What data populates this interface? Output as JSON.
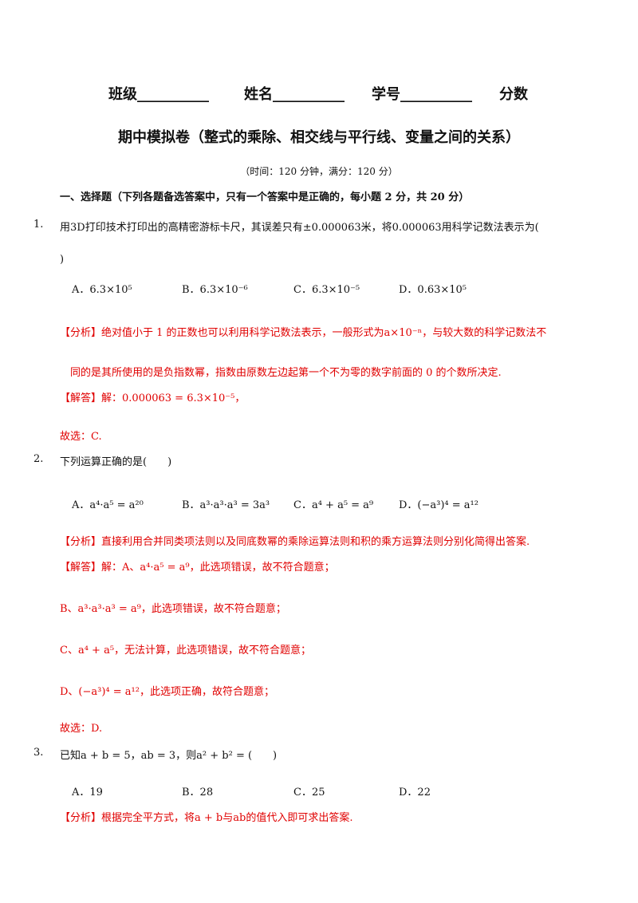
{
  "header": {
    "class_label": "班级__________",
    "name_label": "姓名__________",
    "id_label": "学号__________",
    "score_label": "分数"
  },
  "title": "期中模拟卷（整式的乘除、相交线与平行线、变量之间的关系）",
  "subtitle": "（时间：120 分钟，满分：120 分）",
  "section1": "一、选择题（下列各题备选答案中，只有一个答案中是正确的，每小题 2 分，共 20 分）",
  "q1": {
    "num": "1.",
    "text": "用3D打印技术打印出的高精密游标卡尺，其误差只有±0.000063米，将0.000063用科学记数法表示为(",
    "text_cont": ")",
    "options": [
      "A．6.3×10⁵",
      "B．6.3×10⁻⁶",
      "C．6.3×10⁻⁵",
      "D．0.63×10⁵"
    ],
    "analysis_tag": "【分析】",
    "analysis": "绝对值小于 1 的正数也可以利用科学记数法表示，一般形式为a×10⁻ⁿ，与较大数的科学记数法不",
    "analysis_cont": "同的是其所使用的是负指数幂，指数由原数左边起第一个不为零的数字前面的 0 的个数所决定.",
    "answer_tag": "【解答】",
    "answer": "解：0.000063 = 6.3×10⁻⁵，",
    "choice": "故选：C."
  },
  "q2": {
    "num": "2.",
    "text": "下列运算正确的是(　　)",
    "options": [
      "A．a⁴·a⁵ = a²⁰",
      "B．a³·a³·a³ = 3a³",
      "C．a⁴ + a⁵ = a⁹",
      "D．(−a³)⁴ = a¹²"
    ],
    "analysis_tag": "【分析】",
    "analysis": "直接利用合并同类项法则以及同底数幂的乘除运算法则和积的乘方运算法则分别化简得出答案.",
    "answer_tag": "【解答】",
    "answer_a": "解：A、a⁴·a⁵ = a⁹，此选项错误，故不符合题意；",
    "answer_b": "B、a³·a³·a³ = a⁹，此选项错误，故不符合题意；",
    "answer_c": "C、a⁴ + a⁵，无法计算，此选项错误，故不符合题意；",
    "answer_d": "D、(−a³)⁴ = a¹²，此选项正确，故符合题意；",
    "choice": "故选：D."
  },
  "q3": {
    "num": "3.",
    "text": "已知a + b = 5，ab = 3，则a² + b² = (　　)",
    "options": [
      "A．19",
      "B．28",
      "C．25",
      "D．22"
    ],
    "analysis_tag": "【分析】",
    "analysis": "根据完全平方式，将a + b与ab的值代入即可求出答案."
  }
}
